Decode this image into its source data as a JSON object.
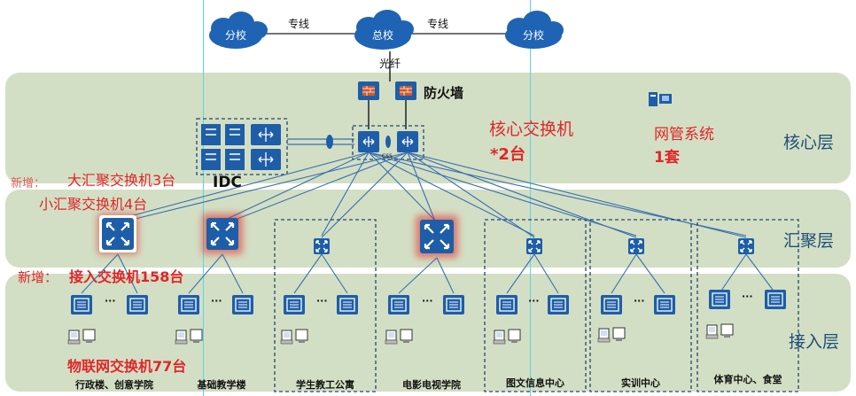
{
  "clouds": {
    "left": "分校",
    "center": "总校",
    "right": "分校"
  },
  "links": {
    "left_line": "专线",
    "right_line": "专线",
    "fiber": "光纤"
  },
  "firewall_label": "防火墙",
  "idc_label": "IDC",
  "css_label": "CSS",
  "core": {
    "title": "核心交换机",
    "count": "*2台"
  },
  "nms": {
    "title": "网管系统",
    "count": "1套"
  },
  "layers": {
    "core": "核心层",
    "aggregation": "汇聚层",
    "access": "接入层"
  },
  "additions": {
    "new_prefix_1": "新增：",
    "big_agg": "大汇聚交换机3台",
    "small_agg": "小汇聚交换机4台",
    "new_prefix_2": "新增：",
    "access_sw": "接入交换机158台",
    "iot_sw": "物联网交换机77台"
  },
  "ellipsis": "···",
  "buildings": [
    "行政楼、创意学院",
    "基础教学楼",
    "学生教工公寓",
    "电影电视学院",
    "图文信息中心",
    "实训中心",
    "体育中心、食堂"
  ],
  "colors": {
    "band": "#d3dfc4",
    "device_blue": "#1e5ea8",
    "link_blue": "#3a6fb0",
    "highlight_red": "#e0262a",
    "cloud_blue": "#1f63b4"
  }
}
